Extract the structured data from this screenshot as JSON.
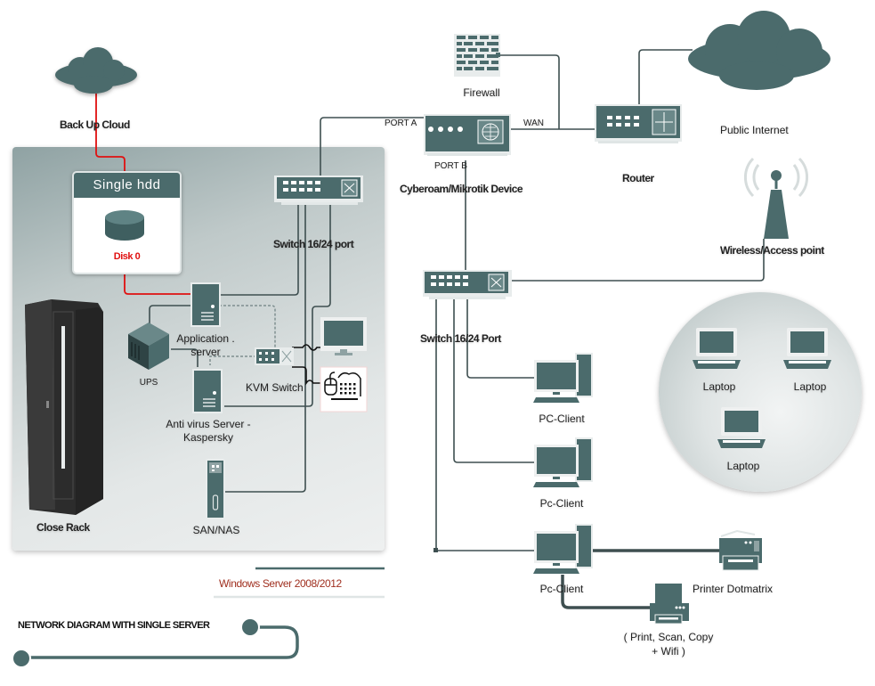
{
  "title": "NETWORK DIAGRAM WITH SINGLE SERVER",
  "subtitle": "Windows Server 2008/2012",
  "colors": {
    "device": "#4b6b6c",
    "backup_link": "#e01010",
    "disk_label": "#e01010",
    "subtitle": "#a03020",
    "link": "#3e4f50"
  },
  "nodes": {
    "backup_cloud": {
      "label": "Back Up Cloud",
      "icon": "cloud-icon"
    },
    "single_hdd": {
      "label": "Single hdd",
      "disk_label": "Disk 0",
      "icon": "disk-icon"
    },
    "switch_server": {
      "label": "Switch  16/24 port",
      "icon": "switch-icon"
    },
    "app_server": {
      "label": "Application .\nserver",
      "label_line1": "Application .",
      "label_line2": "server",
      "icon": "server-icon"
    },
    "ups": {
      "label": "UPS",
      "icon": "ups-icon"
    },
    "kvm_switch": {
      "label": "KVM Switch",
      "icon": "kvm-switch-icon"
    },
    "monitor": {
      "icon": "monitor-icon"
    },
    "keyboard_mouse": {
      "icon": "keyboard-mouse-icon"
    },
    "antivirus_server": {
      "label_line1": "Anti virus Server -",
      "label_line2": "Kaspersky",
      "icon": "server-icon"
    },
    "san_nas": {
      "label": "SAN/NAS",
      "icon": "storage-icon"
    },
    "close_rack": {
      "label": "Close Rack",
      "icon": "rack-icon"
    },
    "firewall": {
      "label": "Firewall",
      "icon": "firewall-icon"
    },
    "cyberoam": {
      "label": "Cyberoam/Mikrotik Device",
      "port_a": "PORT A",
      "port_b": "PORT B",
      "wan": "WAN",
      "icon": "gateway-icon"
    },
    "router": {
      "label": "Router",
      "icon": "router-icon"
    },
    "internet_cloud": {
      "label": "Public Internet",
      "icon": "cloud-icon"
    },
    "wireless_ap": {
      "label": "Wireless/Access point",
      "icon": "antenna-icon"
    },
    "switch_client": {
      "label": "Switch 16/24 Port",
      "icon": "switch-icon"
    },
    "pc_client_1": {
      "label": "PC-Client",
      "icon": "desktop-pc-icon"
    },
    "pc_client_2": {
      "label": "Pc-Client",
      "icon": "desktop-pc-icon"
    },
    "pc_client_3": {
      "label": "Pc-Client",
      "icon": "desktop-pc-icon"
    },
    "printer_dotmatrix": {
      "label": "Printer Dotmatrix",
      "icon": "printer-icon"
    },
    "printer_mfp": {
      "label_line1": "( Print, Scan, Copy",
      "label_line2": "+ Wifi )",
      "icon": "printer-icon"
    },
    "laptops": [
      {
        "label": "Laptop",
        "icon": "laptop-icon"
      },
      {
        "label": "Laptop",
        "icon": "laptop-icon"
      },
      {
        "label": "Laptop",
        "icon": "laptop-icon"
      }
    ]
  }
}
